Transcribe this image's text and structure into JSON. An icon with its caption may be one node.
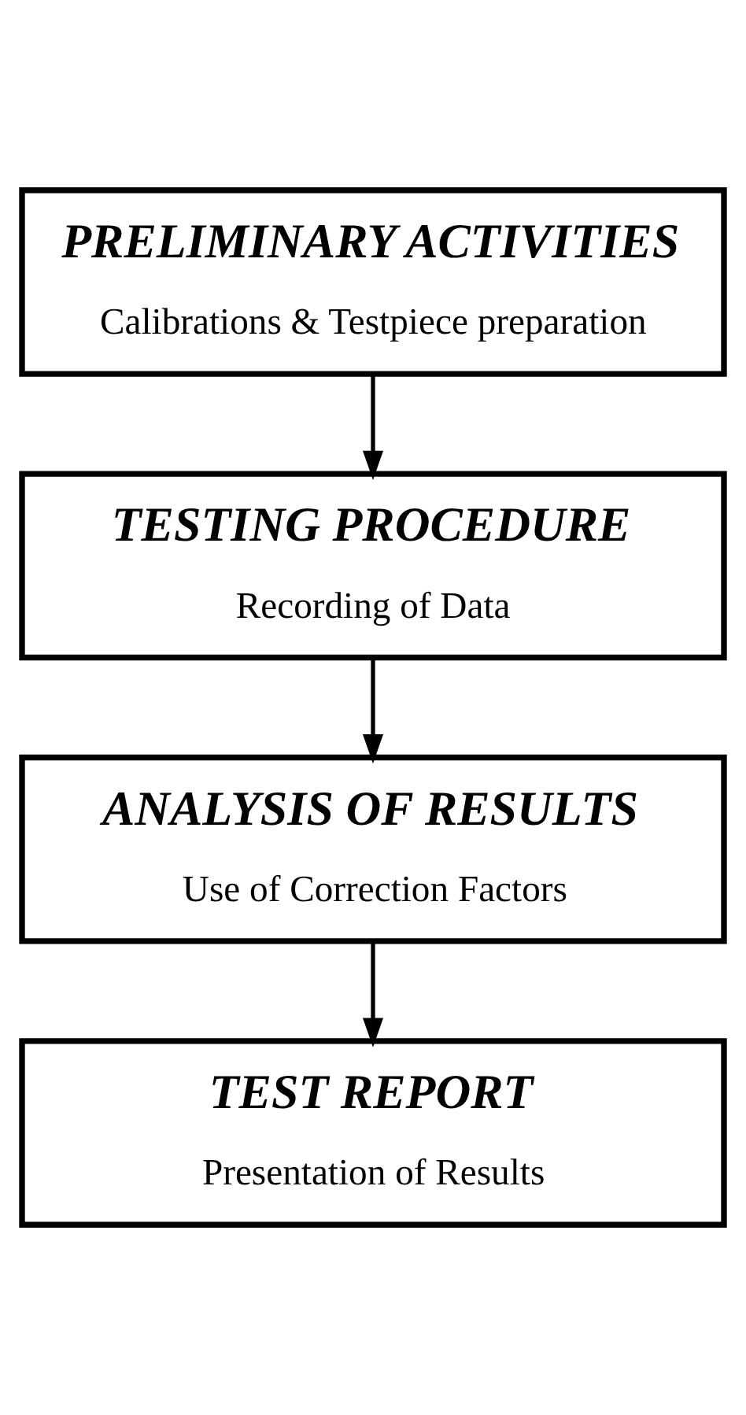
{
  "diagram": {
    "nodes": [
      {
        "text": [
          "PRELIMINARY ACTIVITIES",
          "Calibrations & Testpiece preparation"
        ]
      },
      {
        "text": [
          "TESTING PROCEDURE",
          "Recording of Data"
        ]
      },
      {
        "text": [
          "ANALYSIS OF RESULTS",
          "Use of Correction Factors"
        ]
      },
      {
        "text": [
          "TEST REPORT",
          "Presentation of Results"
        ]
      }
    ],
    "edges": [
      {
        "from": 0,
        "to": 1,
        "arrow": "to"
      },
      {
        "from": 1,
        "to": 2,
        "arrow": "to"
      },
      {
        "from": 2,
        "to": 3,
        "arrow": "to"
      }
    ]
  }
}
